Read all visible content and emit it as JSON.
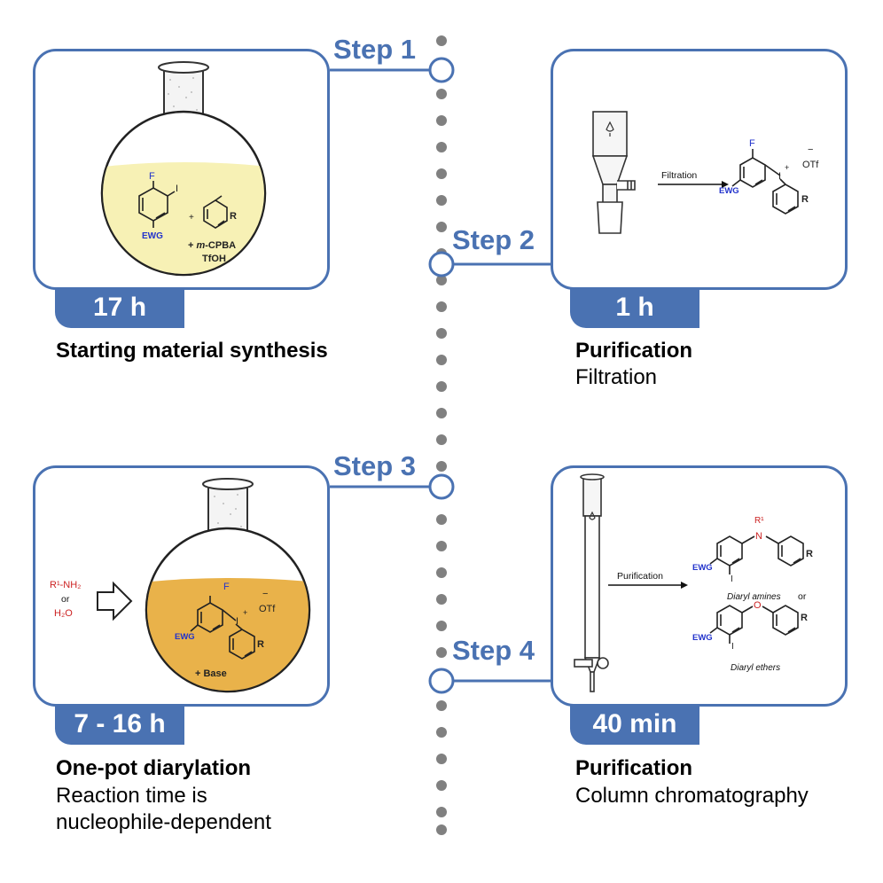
{
  "steps": [
    {
      "label": "Step 1",
      "time": "17 h",
      "title": "Starting material synthesis",
      "subtitle": ""
    },
    {
      "label": "Step 2",
      "time": "1 h",
      "title": "Purification",
      "subtitle": "Filtration"
    },
    {
      "label": "Step 3",
      "time": "7 - 16 h",
      "title": "One-pot diarylation",
      "subtitle_lines": [
        "Reaction time is",
        "nucleophile-dependent"
      ]
    },
    {
      "label": "Step 4",
      "time": "40 min",
      "title": "Purification",
      "subtitle": "Column chromatography"
    }
  ],
  "chem": {
    "F": "F",
    "I": "I",
    "EWG": "EWG",
    "R": "R",
    "plus": "+",
    "minus": "−",
    "OTf": "OTf",
    "mcpba_plus": "+ ",
    "mcpba_m": "m",
    "mcpba_rest": "-CPBA",
    "tfoh": "TfOH",
    "base": "+ Base",
    "filtration": "Filtration",
    "purification": "Purification",
    "or": "or",
    "nucleophile_amine": "R¹-NH₂",
    "nucleophile_water": "H₂O",
    "N": "N",
    "O": "O",
    "R1": "R¹",
    "diaryl_amines": "Diaryl amines",
    "diaryl_ethers": "Diaryl ethers"
  },
  "colors": {
    "accent": "#4a72b2",
    "ewg": "#2233cc",
    "nucleophile": "#cc2222",
    "dots": "#808080",
    "solution1": "#f7f1b5",
    "solution3": "#e9b24a"
  }
}
